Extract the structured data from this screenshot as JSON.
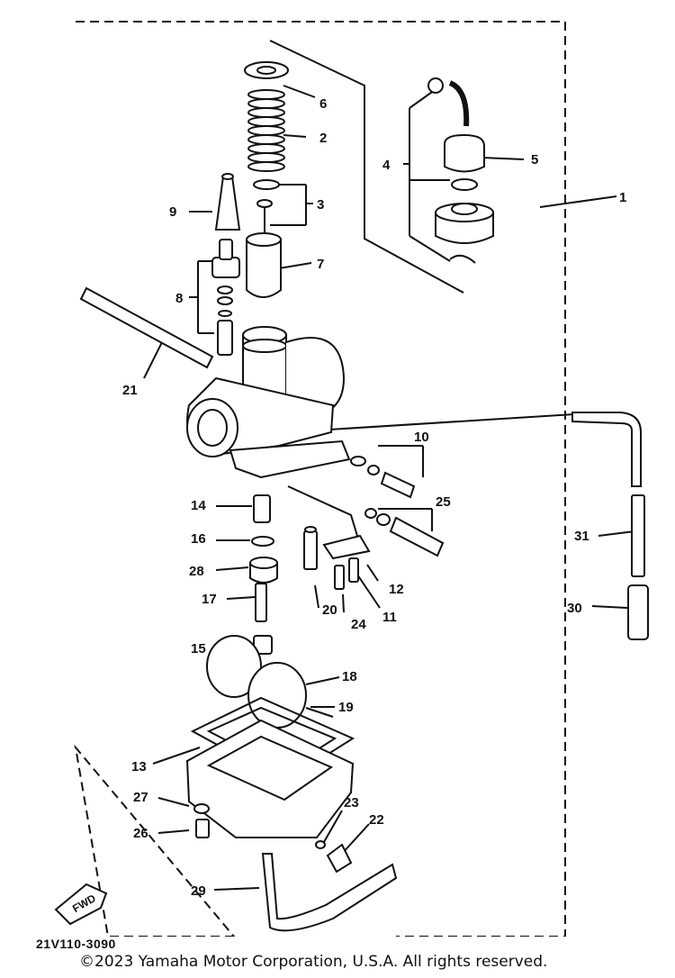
{
  "diagram": {
    "callouts": [
      "1",
      "2",
      "3",
      "4",
      "5",
      "6",
      "7",
      "8",
      "9",
      "10",
      "11",
      "12",
      "13",
      "14",
      "15",
      "16",
      "17",
      "18",
      "19",
      "20",
      "21",
      "22",
      "23",
      "24",
      "25",
      "26",
      "27",
      "28",
      "29",
      "30",
      "31"
    ],
    "fwd_label": "FWD",
    "part_code": "21V110-3090",
    "copyright": "©2023 Yamaha Motor Corporation, U.S.A. All rights reserved."
  }
}
